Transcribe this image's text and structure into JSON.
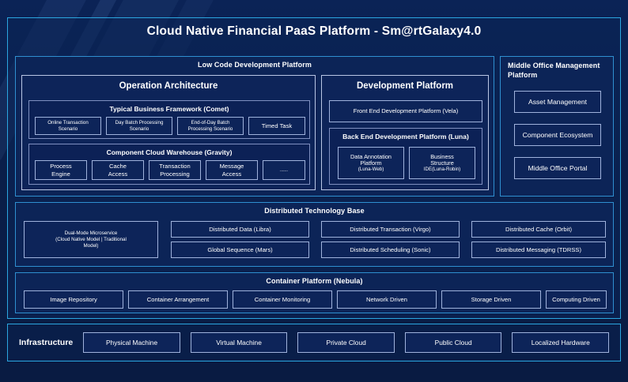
{
  "header": {
    "title": "Cloud Native Financial PaaS Platform - Sm@rtGalaxy4.0"
  },
  "colors": {
    "background": "#0a1f4d",
    "frame_accent": "#2ba6e0",
    "panel_border": "#2f8fd0",
    "chip_border": "#9fb2dc",
    "panel_fill": "#0c2457",
    "text": "#ffffff"
  },
  "low_code": {
    "header": "Low Code Development Platform",
    "operation_architecture": {
      "header": "Operation Architecture",
      "typical_business_framework": {
        "header": "Typical Business Framework (Comet)",
        "items": [
          {
            "line1": "Online Transaction",
            "line2": "Scenario"
          },
          {
            "line1": "Day Batch Processing",
            "line2": "Scenario"
          },
          {
            "line1": "End-of-Day Batch",
            "line2": "Processing Scenario"
          },
          {
            "line1": "Timed Task",
            "line2": ""
          }
        ]
      },
      "component_cloud_warehouse": {
        "header": "Component Cloud Warehouse (Gravity)",
        "items": [
          {
            "line1": "Process",
            "line2": "Engine"
          },
          {
            "line1": "Cache",
            "line2": "Access"
          },
          {
            "line1": "Transaction",
            "line2": "Processing"
          },
          {
            "line1": "Message",
            "line2": "Access"
          },
          {
            "line1": "......",
            "line2": ""
          }
        ]
      }
    },
    "development_platform": {
      "header": "Development Platform",
      "front_end": "Front End Development Platform (Vela)",
      "back_end": {
        "header": "Back End Development Platform (Luna)",
        "items": [
          {
            "line1": "Data Annotation",
            "line2": "Platform",
            "line3": "(Luna-Web)"
          },
          {
            "line1": "Business",
            "line2": "Structure",
            "line3": "IDE(Luna-Robin)"
          }
        ]
      }
    }
  },
  "middle_office": {
    "header_line1": "Middle Office Management",
    "header_line2": "Platform",
    "items": [
      "Asset Management",
      "Component Ecosystem",
      "Middle Office Portal"
    ]
  },
  "distributed_base": {
    "header": "Distributed Technology Base",
    "wide_item": {
      "line1": "Dual-Mode Microservice",
      "line2": "(Cloud Native Model | Traditional",
      "line3": "Model)"
    },
    "grid_items": [
      "Distributed Data (Libra)",
      "Distributed Transaction (Virgo)",
      "Distributed Cache (Orbit)",
      "Global Sequence (Mars)",
      "Distributed Scheduling (Sonic)",
      "Distributed Messaging (TDRSS)"
    ]
  },
  "container_platform": {
    "header": "Container Platform (Nebula)",
    "items": [
      "Image Repository",
      "Container Arrangement",
      "Container Monitoring",
      "Network Driven",
      "Storage Driven",
      "Computing Driven"
    ]
  },
  "infrastructure": {
    "label": "Infrastructure",
    "items": [
      "Physical Machine",
      "Virtual Machine",
      "Private Cloud",
      "Public Cloud",
      "Localized Hardware"
    ]
  }
}
